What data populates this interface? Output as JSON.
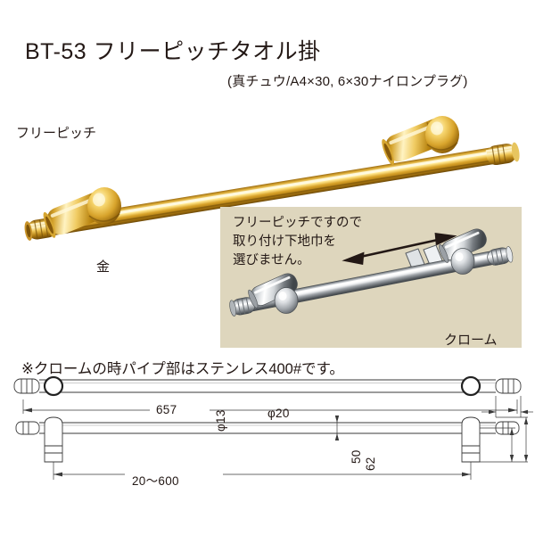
{
  "header": {
    "product_code": "BT-53",
    "title": "BT-53 フリーピッチタオル掛",
    "subtitle": "(真チュウ/A4×30,  6×30ナイロンプラグ)"
  },
  "labels": {
    "free_pitch": "フリーピッチ",
    "finish_gold": "金",
    "finish_chrome": "クローム"
  },
  "callout": {
    "line1": "フリーピッチですので",
    "line2": "取り付け下地巾を",
    "line3": "選びません。",
    "background_color": "#ded6bd",
    "arrow": "double-headed-arrow"
  },
  "note": {
    "text": "※クロームの時パイプ部はステンレス400#です。"
  },
  "drawing": {
    "dimensions": {
      "overall_length": "657",
      "mount_span": "20〜600",
      "pipe_end_diameter": "φ20",
      "pipe_diameter": "φ13",
      "bracket_height_inner": "50",
      "bracket_height_outer": "62"
    }
  },
  "colors": {
    "gold_light": "#ffe9a0",
    "gold_mid": "#d9a326",
    "gold_dark": "#8a5f12",
    "chrome_light": "#ffffff",
    "chrome_mid": "#b9bcc0",
    "chrome_dark": "#4d5256",
    "ink": "#231815",
    "panel": "#ded6bd"
  }
}
